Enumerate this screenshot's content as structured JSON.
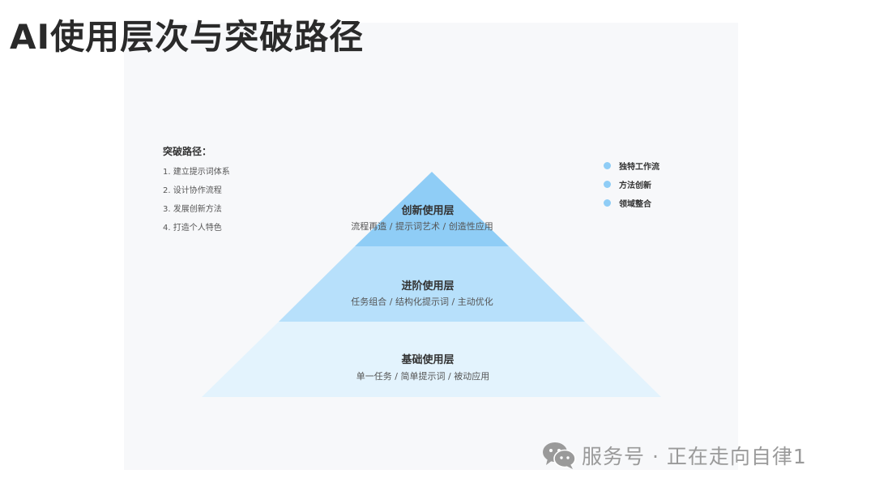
{
  "title": "AI使用层次与突破路径",
  "breakthrough": {
    "title": "突破路径：",
    "steps": [
      "1. 建立提示词体系",
      "2. 设计协作流程",
      "3. 发展创新方法",
      "4. 打造个人特色"
    ]
  },
  "legend": {
    "dot_color": "#8fcdf6",
    "items": [
      "独特工作流",
      "方法创新",
      "领域整合"
    ]
  },
  "pyramid": {
    "layers": [
      {
        "name": "创新使用层",
        "desc": "流程再造 / 提示词艺术 / 创造性应用",
        "color": "#8fcdf6"
      },
      {
        "name": "进阶使用层",
        "desc": "任务组合 / 结构化提示词 / 主动优化",
        "color": "#b7e0fb"
      },
      {
        "name": "基础使用层",
        "desc": "单一任务 / 简单提示词 / 被动应用",
        "color": "#e3f3fd"
      }
    ]
  },
  "watermark": {
    "icon": "wechat-icon",
    "text": "服务号 · 正在走向自律1"
  }
}
